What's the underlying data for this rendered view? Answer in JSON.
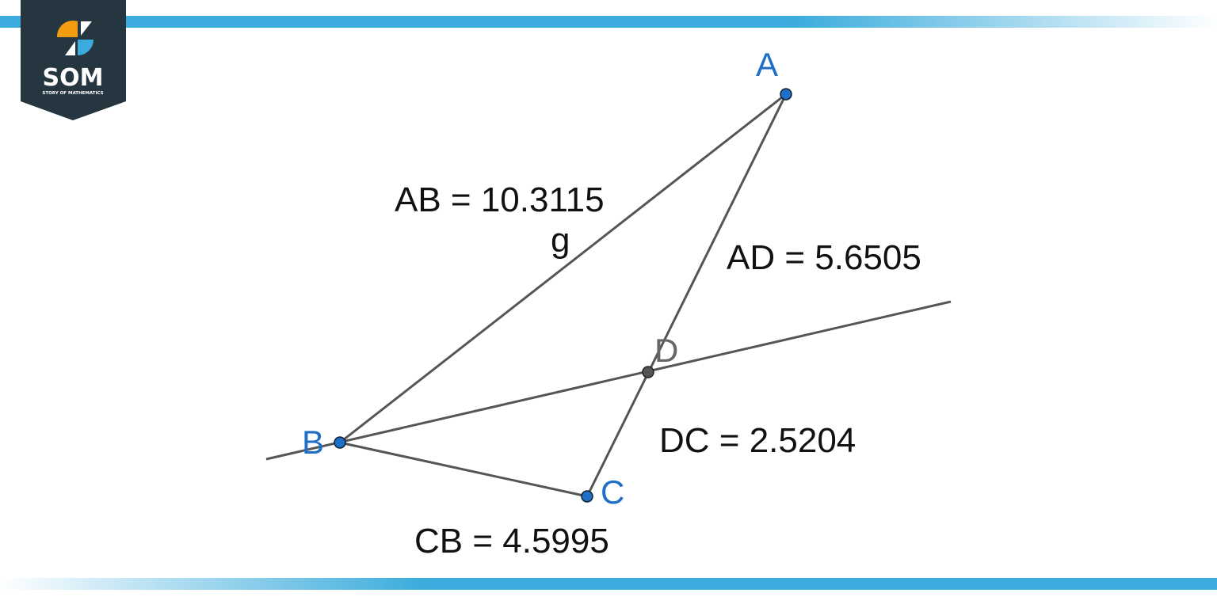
{
  "logo": {
    "text": "SOM",
    "subtitle": "STORY OF MATHEMATICS"
  },
  "colors": {
    "accent": "#3aabdc",
    "logo_bg": "#263640",
    "point": "#1f6fc6",
    "line": "#555555"
  },
  "points": {
    "A": "A",
    "B": "B",
    "C": "C",
    "D": "D"
  },
  "line_label": "g",
  "measurements": {
    "AB": "AB = 10.3115",
    "AD": "AD = 5.6505",
    "DC": "DC = 2.5204",
    "CB": "CB = 4.5995"
  }
}
